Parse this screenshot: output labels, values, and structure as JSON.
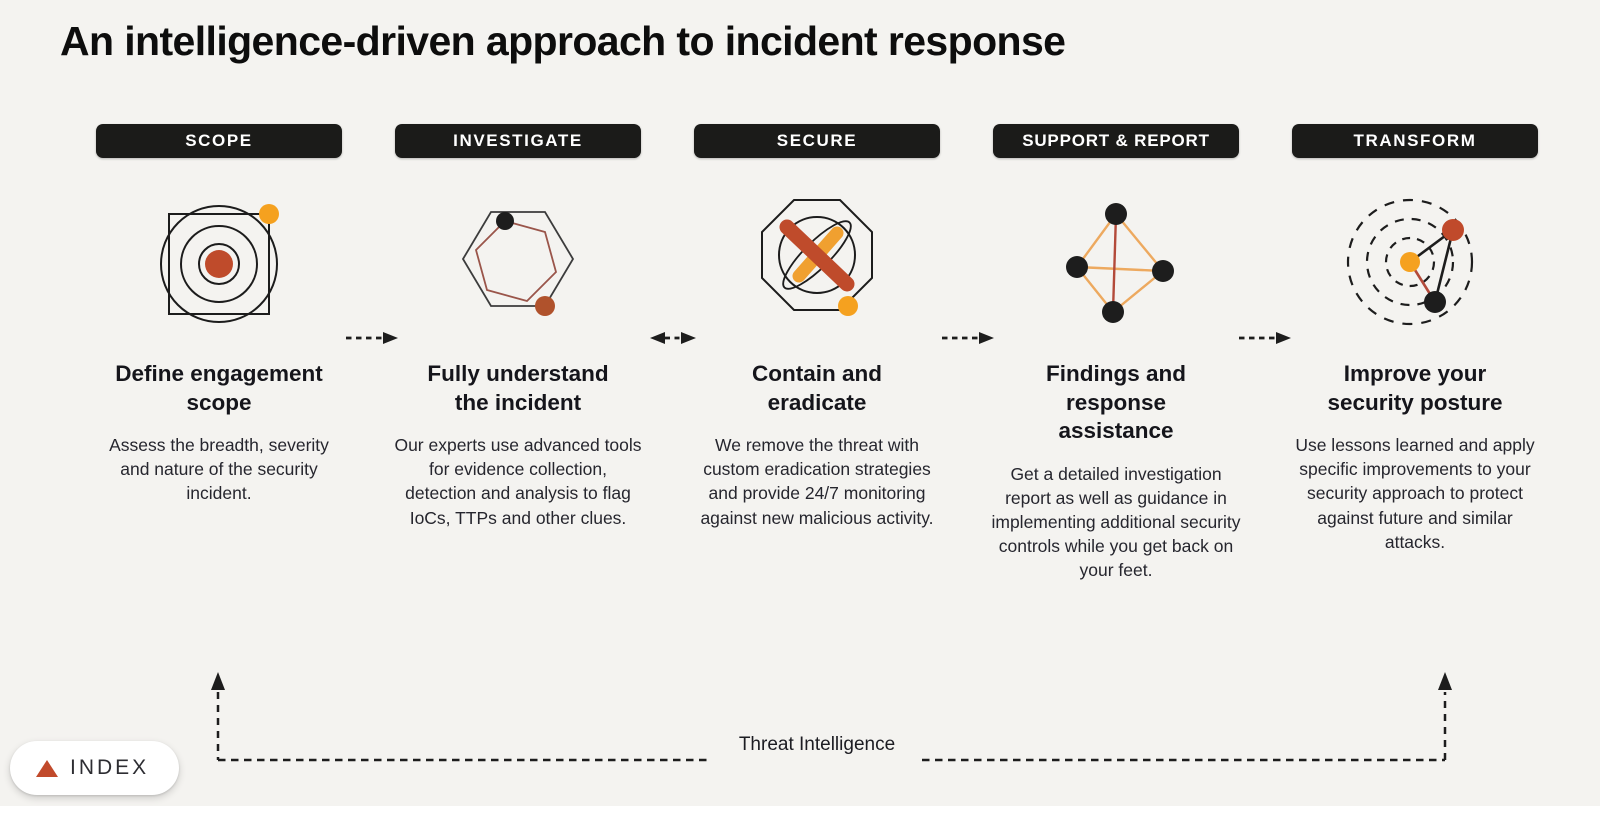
{
  "title": "An intelligence-driven approach to incident response",
  "stages": [
    {
      "badge": "SCOPE",
      "icon": "target-scope-icon",
      "heading": "Define engagement scope",
      "description": "Assess the breadth, severity and nature of the security incident."
    },
    {
      "badge": "INVESTIGATE",
      "icon": "hexagon-investigate-icon",
      "heading": "Fully understand the incident",
      "description": "Our experts use advanced tools for evidence collection, detection and analysis to flag IoCs, TTPs and other clues."
    },
    {
      "badge": "SECURE",
      "icon": "octagon-secure-icon",
      "heading": "Contain and eradicate",
      "description": "We remove the threat with custom eradication strategies and provide 24/7 monitoring against new malicious activity."
    },
    {
      "badge": "SUPPORT & REPORT",
      "icon": "network-support-icon",
      "heading": "Findings and response assistance",
      "description": "Get a detailed investigation report as well as guidance in implementing additional security controls while you get back on your feet."
    },
    {
      "badge": "TRANSFORM",
      "icon": "orbit-transform-icon",
      "heading": "Improve your security posture",
      "description": "Use lessons learned and apply specific improvements to your security approach to protect against future and similar attacks."
    }
  ],
  "connectors": [
    {
      "type": "arrow-right"
    },
    {
      "type": "arrow-double"
    },
    {
      "type": "arrow-right"
    },
    {
      "type": "arrow-right"
    }
  ],
  "feedback_loop": {
    "label": "Threat Intelligence"
  },
  "index_button": {
    "label": "INDEX",
    "icon": "triangle-up-icon"
  },
  "colors": {
    "background": "#f4f3f0",
    "badge_black": "#1b1b19",
    "accent_red": "#bf4b2b",
    "accent_amber": "#f5a11f",
    "line_black": "#1c1c1c"
  }
}
